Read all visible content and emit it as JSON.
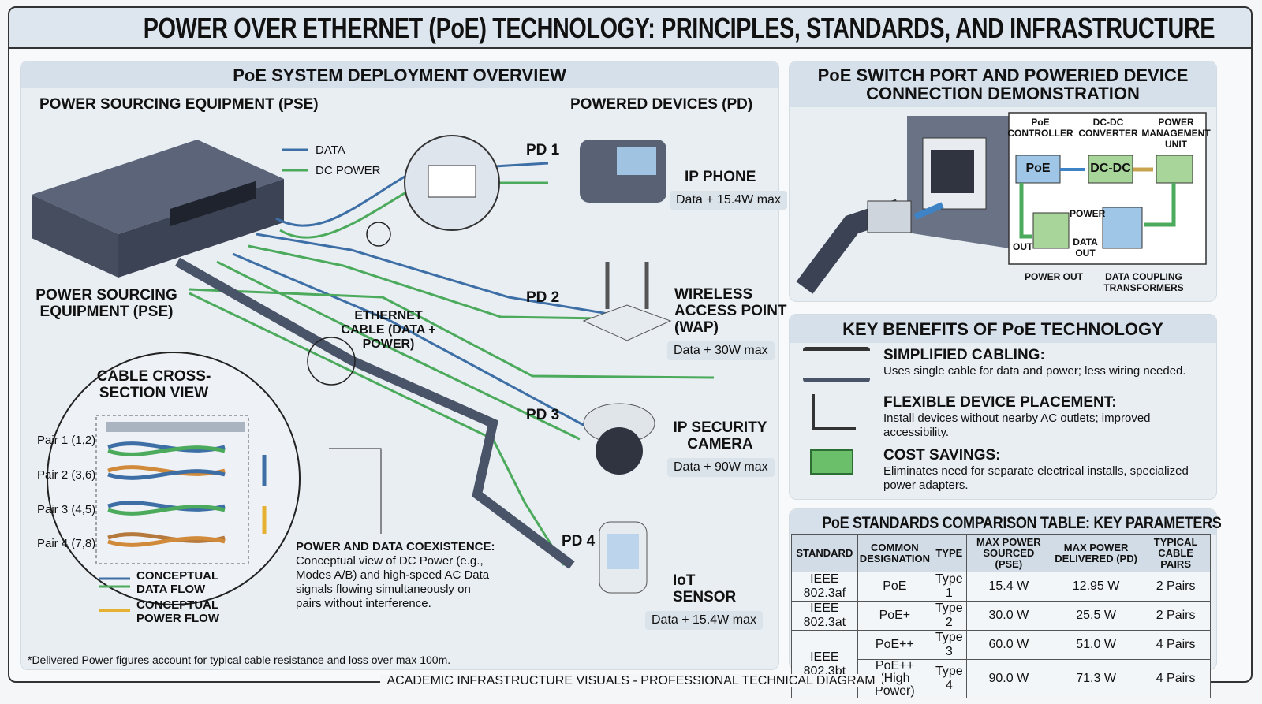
{
  "title": "POWER OVER ETHERNET (PoE) TECHNOLOGY: PRINCIPLES, STANDARDS, AND INFRASTRUCTURE",
  "left": {
    "heading": "PoE SYSTEM DEPLOYMENT OVERVIEW",
    "pse_heading": "POWER SOURCING EQUIPMENT (PSE)",
    "pd_heading": "POWERED DEVICES (PD)",
    "legend_data": "DATA",
    "legend_power": "DC POWER",
    "pse_label": "POWER SOURCING EQUIPMENT (PSE)",
    "cable_label": "ETHERNET CABLE (DATA + POWER)",
    "devices": [
      {
        "pd": "PD 1",
        "name": "IP PHONE",
        "spec": "Data + 15.4W max"
      },
      {
        "pd": "PD 2",
        "name": "WIRELESS ACCESS POINT (WAP)",
        "spec": "Data + 30W max"
      },
      {
        "pd": "PD 3",
        "name": "IP SECURITY CAMERA",
        "spec": "Data + 90W max"
      },
      {
        "pd": "PD 4",
        "name": "IoT SENSOR",
        "spec": "Data + 15.4W max"
      }
    ],
    "cross_section": {
      "title": "CABLE CROSS-SECTION VIEW",
      "pairs": [
        "Pair 1 (1,2)",
        "Pair 2 (3,6)",
        "Pair 3 (4,5)",
        "Pair 4 (7,8)"
      ],
      "data_flow": "CONCEPTUAL DATA FLOW",
      "power_flow": "CONCEPTUAL POWER FLOW"
    },
    "coexistence_title": "POWER AND DATA COEXISTENCE:",
    "coexistence_text": "Conceptual view of DC Power (e.g., Modes A/B) and high-speed AC Data signals flowing simultaneously on pairs without interference.",
    "footnote": "*Delivered Power figures account for typical cable resistance and loss over max 100m."
  },
  "demo": {
    "heading": "PoE SWITCH PORT AND POWERIED DEVICE CONNECTION DEMONSTRATION",
    "poe_controller": "PoE CONTROLLER",
    "dcdc_converter": "DC-DC CONVERTER",
    "pmu": "POWER MANAGEMENT UNIT",
    "poe_box": "PoE",
    "dcdc_box": "DC-DC",
    "power": "POWER",
    "data_out": "DATA OUT",
    "out": "OUT",
    "power_out": "POWER OUT",
    "transformers": "DATA COUPLING TRANSFORMERS"
  },
  "benefits": {
    "heading": "KEY BENEFITS OF PoE TECHNOLOGY",
    "items": [
      {
        "title": "SIMPLIFIED CABLING:",
        "text": "Uses single cable for data and power; less wiring needed."
      },
      {
        "title": "FLEXIBLE DEVICE PLACEMENT:",
        "text": "Install devices without nearby AC outlets; improved accessibility."
      },
      {
        "title": "COST SAVINGS:",
        "text": "Eliminates need for separate electrical installs, specialized power adapters."
      }
    ]
  },
  "table": {
    "heading": "PoE STANDARDS COMPARISON TABLE: KEY PARAMETERS",
    "columns": [
      "STANDARD",
      "COMMON DESIGNATION",
      "TYPE",
      "MAX POWER SOURCED (PSE)",
      "MAX POWER DELIVERED (PD)",
      "TYPICAL CABLE PAIRS"
    ],
    "rows": [
      [
        "IEEE 802.3af",
        "PoE",
        "Type 1",
        "15.4 W",
        "12.95 W",
        "2 Pairs"
      ],
      [
        "IEEE 802.3at",
        "PoE+",
        "Type 2",
        "30.0 W",
        "25.5 W",
        "2 Pairs"
      ],
      [
        "IEEE 802.3bt",
        "PoE++",
        "Type 3",
        "60.0 W",
        "51.0 W",
        "4 Pairs"
      ],
      [
        "",
        "PoE++ (High Power)",
        "Type 4",
        "90.0 W",
        "71.3 W",
        "4 Pairs"
      ]
    ]
  },
  "footer": "ACADEMIC INFRASTRUCTURE VISUALS - PROFESSIONAL TECHNICAL DIAGRAM",
  "colors": {
    "data": "#3d6fa6",
    "power": "#4caa5c",
    "cable": "#4a5468"
  }
}
